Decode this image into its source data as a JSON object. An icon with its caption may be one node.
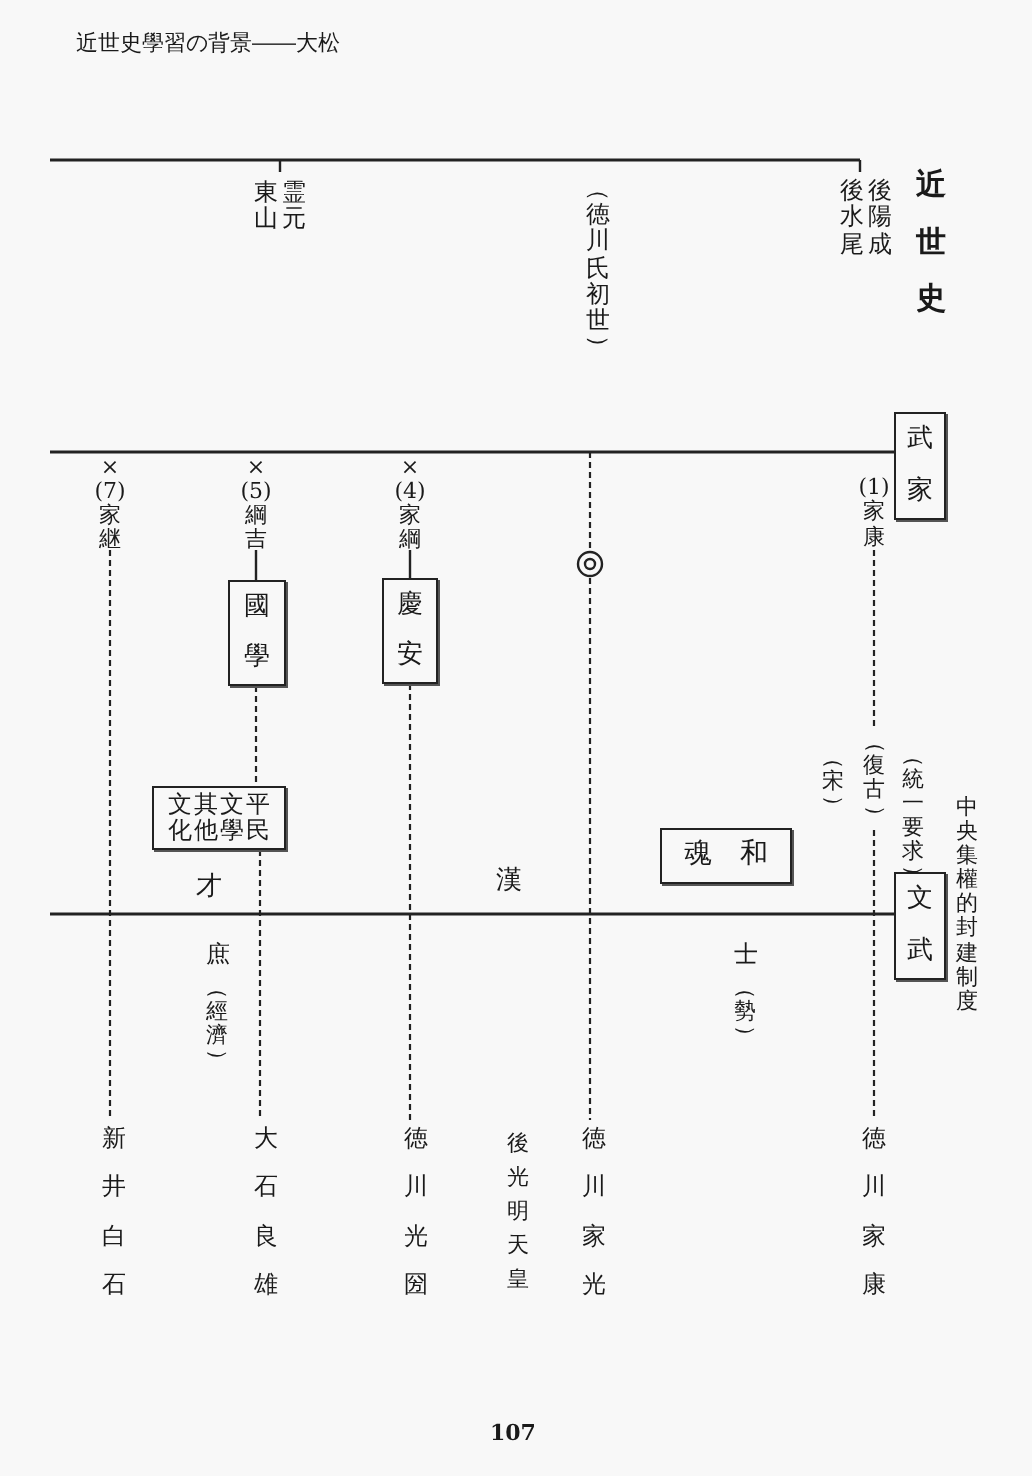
{
  "diagram": {
    "nodes": [
      {
        "text": [
          "東山",
          "霊元"
        ]
      },
      {
        "text": [
          "後水尾",
          "後陽成"
        ]
      },
      {
        "text": [
          "武家"
        ]
      },
      {
        "text": [
          "×(7)家継"
        ]
      },
      {
        "text": [
          "×(5)綱吉"
        ]
      },
      {
        "text": [
          "國學"
        ]
      },
      {
        "text": [
          "×(4)家綱"
        ]
      },
      {
        "text": [
          "慶安"
        ]
      },
      {
        "text": [],
        "shape": "circle"
      },
      {
        "text": [
          "(1)家康"
        ]
      },
      {
        "text": [
          "平民文學其他文化"
        ]
      },
      {
        "text": [
          "魂　和"
        ]
      },
      {
        "text": [
          "文武"
        ]
      },
      {
        "text": [
          "新井白石"
        ]
      },
      {
        "text": [
          "大石良雄"
        ]
      },
      {
        "text": [
          "徳川光圀"
        ]
      },
      {
        "text": [
          "後光明天皇"
        ]
      },
      {
        "text": [
          "徳川家光"
        ]
      },
      {
        "text": [
          "徳川家康"
        ]
      }
    ],
    "edges": [
      {
        "from": null,
        "to": 0,
        "arrow": "none"
      },
      {
        "from": null,
        "to": 1,
        "arrow": "none"
      },
      {
        "from": 3,
        "to": 13,
        "arrow": "none",
        "style": "dashed"
      },
      {
        "from": 4,
        "to": 5,
        "arrow": "none"
      },
      {
        "from": 5,
        "to": 10,
        "arrow": "none",
        "style": "dashed"
      },
      {
        "from": 10,
        "to": 14,
        "arrow": "none",
        "style": "dashed"
      },
      {
        "from": 6,
        "to": 7,
        "arrow": "none"
      },
      {
        "from": 7,
        "to": 15,
        "arrow": "none",
        "style": "dashed"
      },
      {
        "from": null,
        "to": 8,
        "arrow": "none",
        "style": "dashed"
      },
      {
        "from": 8,
        "to": 17,
        "arrow": "none",
        "style": "dashed"
      },
      {
        "from": 9,
        "to": 18,
        "arrow": "none",
        "style": "dashed",
        "label": "（復古）"
      }
    ],
    "labels": [
      "近世史學習の背景――大松",
      "（徳川氏初世）",
      "近世史",
      "（統一要求）",
      "（宋）",
      "中央集權的封建制度",
      "才",
      "漢",
      "庶",
      "（經濟）",
      "士",
      "（勢）",
      "107"
    ]
  }
}
